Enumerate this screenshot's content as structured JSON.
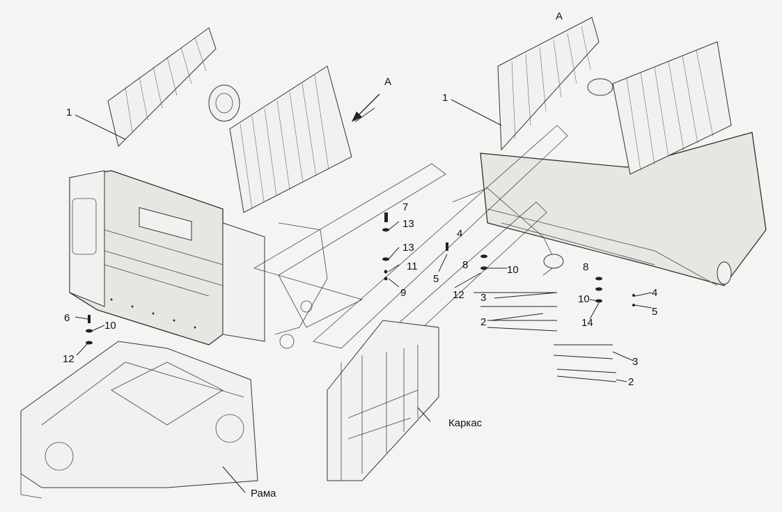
{
  "view_marker": "A",
  "parts": [
    "1",
    "2",
    "3",
    "4",
    "5",
    "6",
    "7",
    "8",
    "9",
    "10",
    "11",
    "12",
    "13",
    "14"
  ],
  "named_parts": {
    "frame": "Рама",
    "carcass": "Каркас"
  }
}
